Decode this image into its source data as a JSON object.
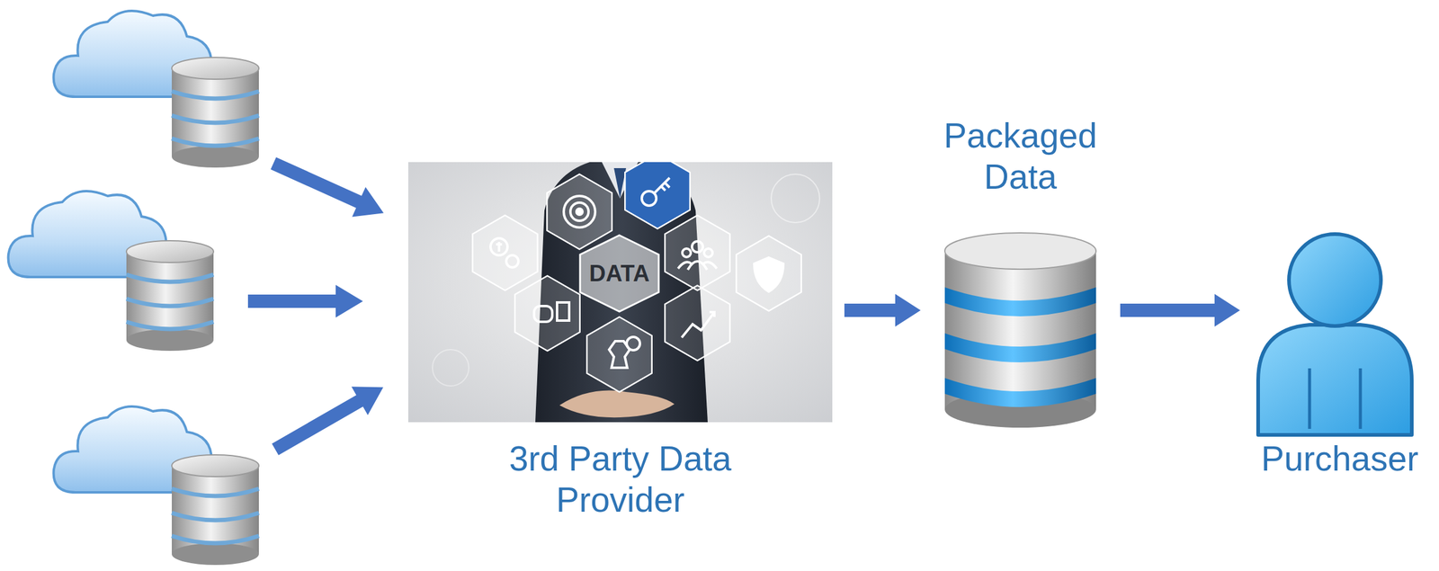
{
  "diagram": {
    "nodes": [
      {
        "text": [
          "3rd Party Data Provider"
        ]
      },
      {
        "text": [
          "DATA"
        ],
        "in": 0
      },
      {
        "text": [
          "Packaged Data"
        ]
      },
      {
        "text": [
          "Purchaser"
        ]
      }
    ],
    "edges": [
      {
        "from": 0,
        "to": 2,
        "arrow": "to"
      },
      {
        "from": 2,
        "to": 3,
        "arrow": "to"
      }
    ]
  }
}
